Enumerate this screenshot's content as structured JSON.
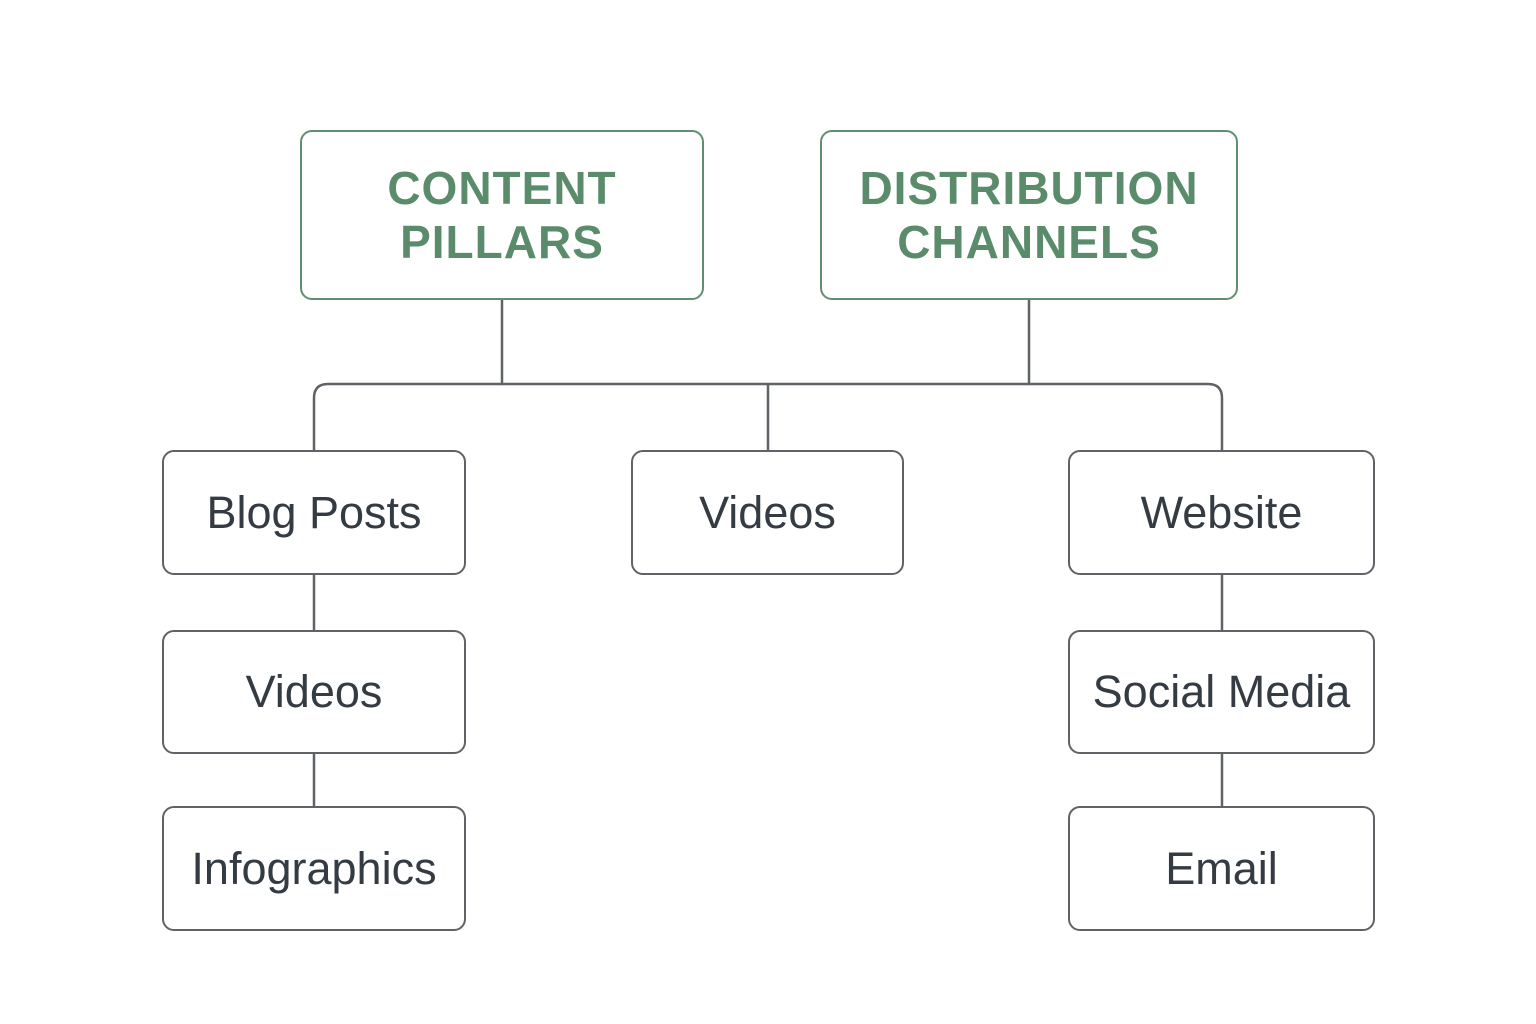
{
  "colors": {
    "header_text": "#5a8c6c",
    "header_border": "#5e8f70",
    "leaf_text": "#353b42",
    "leaf_border": "#5f6266",
    "connector": "#5f6266",
    "background": "#ffffff"
  },
  "headers": [
    {
      "id": "content-pillars",
      "label": "CONTENT\nPILLARS"
    },
    {
      "id": "distribution-channels",
      "label": "DISTRIBUTION\nCHANNELS"
    }
  ],
  "columns": {
    "left": [
      "Blog Posts",
      "Videos",
      "Infographics"
    ],
    "center": [
      "Videos"
    ],
    "right": [
      "Website",
      "Social Media",
      "Email"
    ]
  }
}
